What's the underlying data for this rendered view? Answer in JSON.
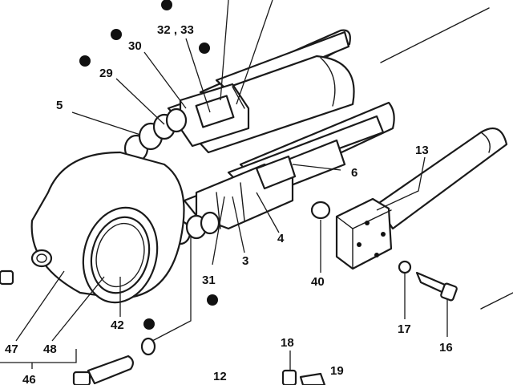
{
  "callouts": {
    "c5": "5",
    "c29": "29",
    "c30": "30",
    "c32_33": "32 , 33",
    "c13": "13",
    "c6": "6",
    "c4": "4",
    "c3": "3",
    "c31": "31",
    "c40": "40",
    "c42": "42",
    "c47": "47",
    "c48": "48",
    "c46": "46",
    "c17": "17",
    "c16": "16",
    "c18": "18",
    "c19": "19",
    "c12": "12"
  },
  "colors": {
    "ink": "#1a1a1a",
    "paper": "#ffffff"
  }
}
